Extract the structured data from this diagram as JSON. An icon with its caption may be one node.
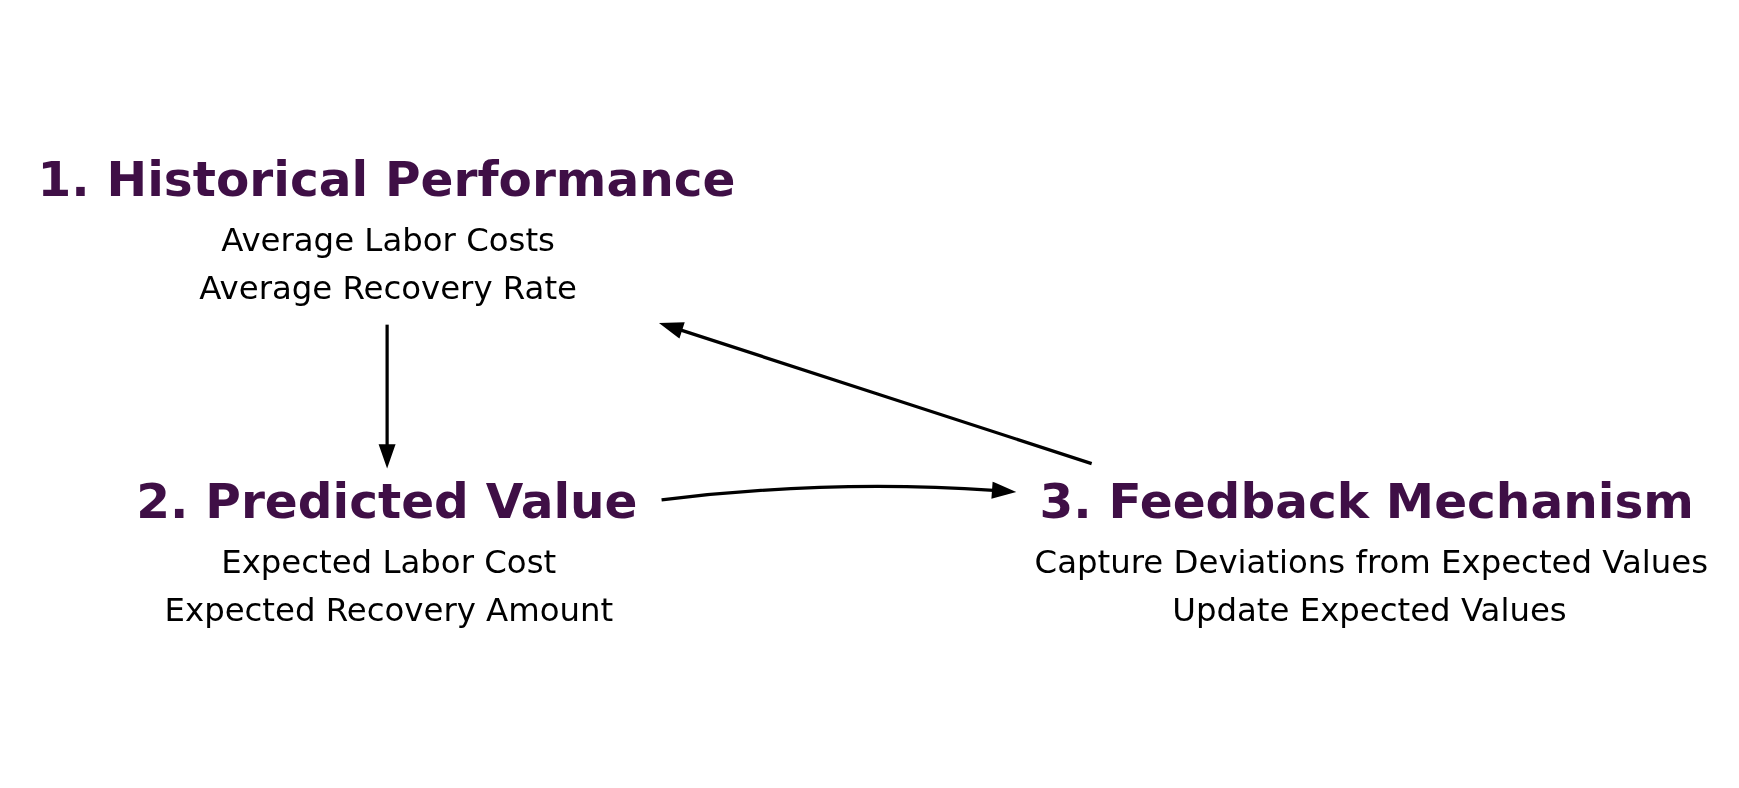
{
  "diagram": {
    "nodes": [
      {
        "text": [
          "1. Historical Performance",
          "Average Labor Costs",
          "Average Recovery Rate"
        ]
      },
      {
        "text": [
          "2. Predicted Value",
          "Expected Labor Cost",
          "Expected Recovery Amount"
        ]
      },
      {
        "text": [
          "3. Feedback Mechanism",
          "Capture Deviations from Expected Values",
          "Update Expected Values"
        ]
      }
    ],
    "edges": [
      {
        "from": 0,
        "to": 1,
        "arrow": "to"
      },
      {
        "from": 1,
        "to": 2,
        "arrow": "to"
      },
      {
        "from": 2,
        "to": 0,
        "arrow": "to"
      }
    ]
  }
}
